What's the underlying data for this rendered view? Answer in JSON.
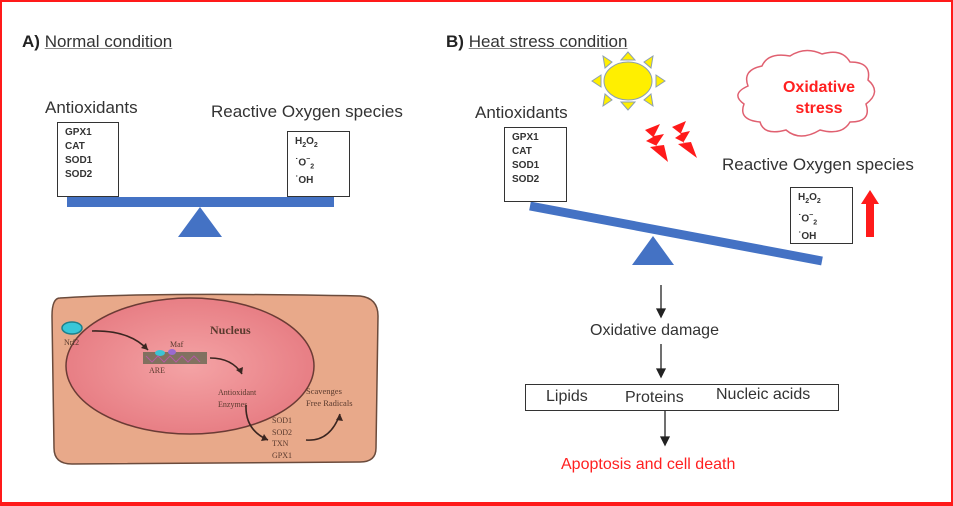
{
  "panel_a": {
    "letter": "A)",
    "title": "Normal condition",
    "antioxidants_label": "Antioxidants",
    "ros_label": "Reactive Oxygen species",
    "antioxidants": [
      "GPX1",
      "CAT",
      "SOD1",
      "SOD2"
    ],
    "ros": [
      {
        "base": "H",
        "sub1": "2",
        "mid": "O",
        "sub2": "2"
      },
      {
        "prefix": "˙",
        "base": "O",
        "sup": "−",
        "sub": "2"
      },
      {
        "prefix": "˙",
        "base": "OH"
      }
    ],
    "balance_state": "level",
    "cell": {
      "nucleus_label": "Nucleus",
      "nrf2_label": "Nrf2",
      "maf_label": "Maf",
      "are_label": "ARE",
      "enzymes_label_1": "Antioxidant",
      "enzymes_label_2": "Enzymes",
      "enzymes": [
        "SOD1",
        "SOD2",
        "TXN",
        "GPX1"
      ],
      "scavenge_label_1": "Scavenges",
      "scavenge_label_2": "Free Radicals"
    }
  },
  "panel_b": {
    "letter": "B)",
    "title": "Heat stress condition",
    "antioxidants_label": "Antioxidants",
    "ros_label": "Reactive Oxygen species",
    "antioxidants": [
      "GPX1",
      "CAT",
      "SOD1",
      "SOD2"
    ],
    "ros": [
      {
        "base": "H",
        "sub1": "2",
        "mid": "O",
        "sub2": "2"
      },
      {
        "prefix": "˙",
        "base": "O",
        "sup": "−",
        "sub": "2"
      },
      {
        "prefix": "˙",
        "base": "OH"
      }
    ],
    "balance_state": "tilted toward ROS",
    "cloud_label_1": "Oxidative",
    "cloud_label_2": "stress",
    "flow": {
      "step1": "Oxidative damage",
      "targets": [
        "Lipids",
        "Proteins",
        "Nucleic acids"
      ],
      "outcome": "Apoptosis and cell death"
    }
  },
  "colors": {
    "frame": "#ff1a1a",
    "balance": "#4472c4",
    "sun": "#ffef00",
    "lightning": "#ff1a1a",
    "cloud_outline": "#e06070",
    "alert_text": "#ff2020",
    "cell": "#e8a98a",
    "nucleus": "#e97f84"
  }
}
